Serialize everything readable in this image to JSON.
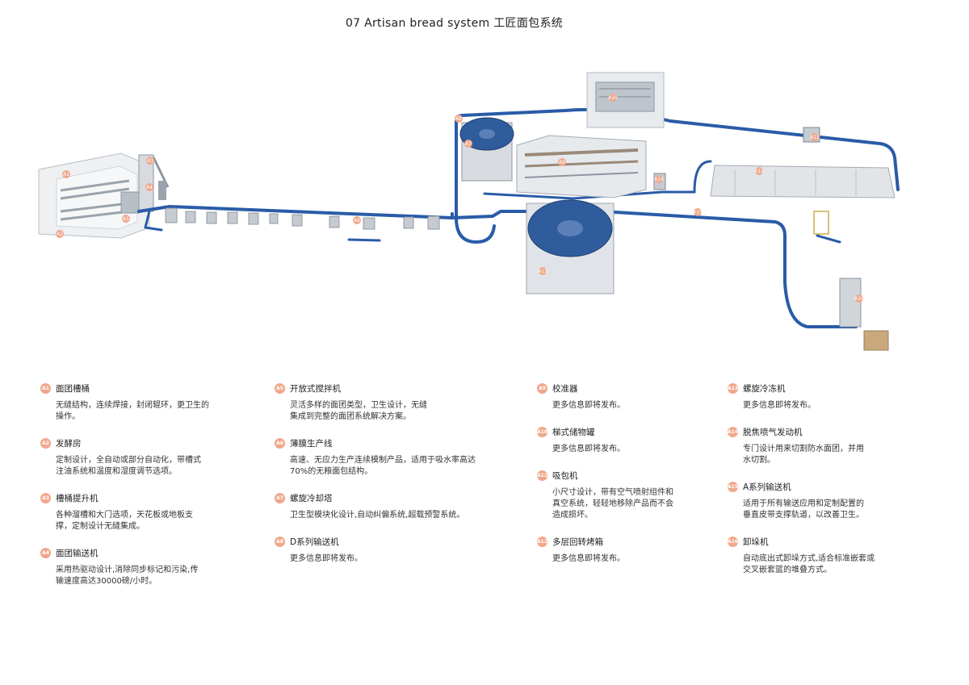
{
  "page": {
    "title": "07  Artisan bread system  工匠面包系统"
  },
  "colors": {
    "conveyor": "#2a5ba8",
    "badge": "#f0a78b",
    "machine": "#9aa3ad"
  },
  "diagram": {
    "labels": [
      "A1",
      "A2",
      "A3",
      "A4",
      "A5",
      "A6",
      "A7",
      "A8",
      "A9",
      "A10",
      "A11",
      "A12",
      "A13",
      "A14",
      "A15",
      "A16"
    ]
  },
  "legend": {
    "col1": [
      {
        "code": "A1",
        "title": "面团槽桶",
        "desc": "无缝结构，连续焊接，封闭辊环，更卫生的\n操作。"
      },
      {
        "code": "A2",
        "title": "发酵房",
        "desc": "定制设计，全自动或部分自动化，带槽式\n注油系统和温度和湿度调节选项。"
      },
      {
        "code": "A3",
        "title": "槽桶提升机",
        "desc": "各种溜槽和大门选项，天花板或地板支\n撑，定制设计无缝集成。"
      },
      {
        "code": "A4",
        "title": "面团输送机",
        "desc": "采用热驱动设计,消除同步标记和污染,传\n输速度高达30000磅/小时。"
      }
    ],
    "col2": [
      {
        "code": "A5",
        "title": "开放式搅拌机",
        "desc": "灵活多样的面团类型，卫生设计，无缝\n集成到完整的面团系统解决方案。"
      },
      {
        "code": "A6",
        "title": "薄膜生产线",
        "desc": "高速、无应力生产连续模制产品，适用于吸水率高达\n70%的无粮面包结构。"
      },
      {
        "code": "A7",
        "title": "螺旋冷却塔",
        "desc": "卫生型模块化设计,自动纠偏系统,超载预警系统。"
      },
      {
        "code": "A8",
        "title": "D系列输送机",
        "desc": "更多信息即将发布。"
      }
    ],
    "col3": [
      {
        "code": "A9",
        "title": "校准器",
        "desc": "更多信息即将发布。"
      },
      {
        "code": "A10",
        "title": "梯式储物罐",
        "desc": "更多信息即将发布。"
      },
      {
        "code": "A11",
        "title": "吸包机",
        "desc": "小尺寸设计，带有空气喷射组件和\n真空系统，轻轻地移除产品而不会\n造成损坏。"
      },
      {
        "code": "A12",
        "title": "多层回转烤箱",
        "desc": "更多信息即将发布。"
      }
    ],
    "col4": [
      {
        "code": "A13",
        "title": "螺旋冷冻机",
        "desc": "更多信息即将发布。"
      },
      {
        "code": "A14",
        "title": "脱焦喷气发动机",
        "desc": "专门设计用来切割防水面团，并用\n水切割。"
      },
      {
        "code": "A15",
        "title": "A系列输送机",
        "desc": "适用于所有输送应用和定制配置的\n垂直皮带支撑轨道，以改善卫生。"
      },
      {
        "code": "A16",
        "title": "卸垛机",
        "desc": "自动底出式卸垛方式,适合标准嵌套或\n交叉嵌套篮的堆叠方式。"
      }
    ]
  }
}
